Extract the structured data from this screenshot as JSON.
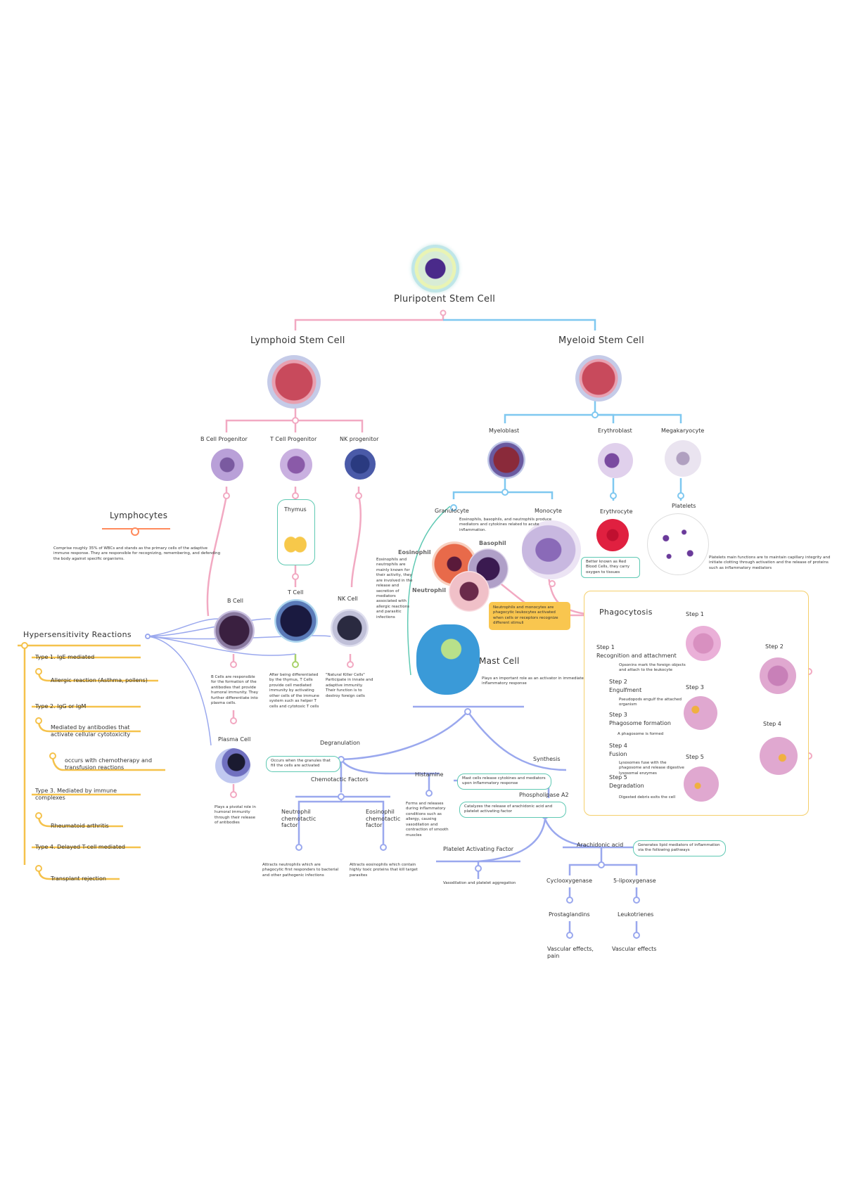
{
  "root": {
    "label": "Pluripotent Stem Cell"
  },
  "lymphoid": {
    "label": "Lymphoid Stem Cell",
    "progenitors": [
      "B Cell Progenitor",
      "T Cell Progenitor",
      "NK progenitor"
    ],
    "thymus": "Thymus",
    "b_cell": {
      "label": "B Cell",
      "note": "B Cells are responsible for the formation of the antibodies that provide humoral immunity. They further differentiate into plasma cells."
    },
    "t_cell": {
      "label": "T Cell",
      "note": "After being differentiated by the thymus, T Cells provide cell mediated immunity by activating other cells of the immune system such as helper T cells and cytotoxic T cells"
    },
    "nk_cell": {
      "label": "NK Cell",
      "note": "\"Natural Killer Cells\" Participate in innate and adaptive immunity. Their function is to destroy foreign cells"
    },
    "plasma_cell": {
      "label": "Plasma Cell",
      "note": "Plays a pivotal role in humoral immunity through their release of antibodies"
    }
  },
  "lymphocytes": {
    "label": "Lymphocytes",
    "note": "Comprise roughly 35% of WBCs and stands as the primary cells of the adaptive immune response. They are responsible for recognizing, remembering, and defending the body against specific organisms."
  },
  "myeloid": {
    "label": "Myeloid Stem Cell",
    "myeloblast": "Myeloblast",
    "erythroblast": "Erythroblast",
    "megakaryocyte": "Megakaryocyte",
    "granulocyte": {
      "label": "Granulocyte",
      "note": "Eosinophils, basophils, and neutrophils produce mediators and cytokines related to acute inflammation."
    },
    "monocyte": "Monocyte",
    "erythrocyte": {
      "label": "Erythrocyte",
      "note": "Better known as Red Blood Cells, they carry oxygen to tissues"
    },
    "platelets": {
      "label": "Platelets",
      "note": "Platelets main functions are to maintain capillary integrity and initiate clotting through activation and the release of proteins such as inflammatory mediators"
    },
    "eos_note": "Eosinophils and neutrophils are mainly known for their activity, they are involved in the release and secretion of mediators associated with allergic reactions and parasitic infections",
    "neutro_note": "Neutrophils and monocytes are phagocytic leukocytes activated when cells or receptors recognize different stimuli",
    "granule_labels": [
      "Eosinophil",
      "Basophil",
      "Neutrophil"
    ]
  },
  "mast": {
    "label": "Mast Cell",
    "note": "Plays an important role as an activator in immediate inflammatory response",
    "degranulation": "Degranulation",
    "degranulation_note": "Occurs when the granules that fill the cells are activated",
    "chemotactic": "Chemotactic Factors",
    "neutrophil_factor": "Neutrophil chemotactic factor",
    "neutrophil_factor_note": "Attracts neutrophils which are phagocytic first responders to bacterial and other pathogenic infections",
    "eosinophil_factor": "Eosinophil chemotactic factor",
    "eosinophil_factor_note": "Attracts eosinophils which contain highly toxic proteins that kill target parasites",
    "histamine": "Histamine",
    "histamine_note": "Forms and releases during inflammatory conditions such as allergy, causing vasodilation and contraction of smooth muscles",
    "synthesis": "Synthesis",
    "synthesis_note": "Mast cells release cytokines and mediators upon inflammatory response",
    "phospholipase": "Phospholipase A2",
    "phospholipase_note": "Catalyzes the release of arachidonic acid and platelet activating factor",
    "paf": "Platelet Activating Factor",
    "paf_note": "Vasodilation and platelet aggregation",
    "arachidonic": "Arachidonic acid",
    "arachidonic_note": "Generates lipid mediators of inflammation via the following pathways",
    "cyclooxygenase": "Cyclooxygenase",
    "lipoxygenase": "5-lipoxygenase",
    "prostaglandins": "Prostaglandins",
    "leukotrienes": "Leukotrienes",
    "prost_effects": "Vascular effects, pain",
    "leuk_effects": "Vascular effects"
  },
  "phagocytosis": {
    "title": "Phagocytosis",
    "steps": [
      {
        "title": "Step 1",
        "name": "Recognition and attachment",
        "desc": "Opsonins mark the foreign objects and attach to the leukocyte"
      },
      {
        "title": "Step 2",
        "name": "Engulfment",
        "desc": "Pseudopods engulf the attached organism"
      },
      {
        "title": "Step 3",
        "name": "Phagosome formation",
        "desc": "A phagosome is formed"
      },
      {
        "title": "Step 4",
        "name": "Fusion",
        "desc": "Lysosomes fuse with the phagosome and release digestive lysosomal enzymes"
      },
      {
        "title": "Step 5",
        "name": "Degradation",
        "desc": "Digested debris exits the cell"
      }
    ],
    "image_labels": [
      "Step 1",
      "Step 2",
      "Step 3",
      "Step 4",
      "Step 5"
    ]
  },
  "hypersensitivity": {
    "title": "Hypersensitivity Reactions",
    "type1": "Type 1. IgE mediated",
    "type1_child": "Allergic reaction (Asthma, pollens)",
    "type2": "Type 2. IgG or IgM",
    "type2_child": "Mediated by antibodies that activate cellular cytotoxicity",
    "type2_grandchild": "occurs with chemotherapy and transfusion reactions",
    "type3": "Type 3. Mediated by immune complexes",
    "type3_child": "Rheumatoid arthritis",
    "type4": "Type 4. Delayed T-cell mediated",
    "type4_child": "Transplant rejection"
  },
  "colors": {
    "pink": "#f2a9c2",
    "blue": "#7fc8f0",
    "violet": "#9aa8ee",
    "yellow": "#f5c24c",
    "teal": "#5fc9b3"
  }
}
